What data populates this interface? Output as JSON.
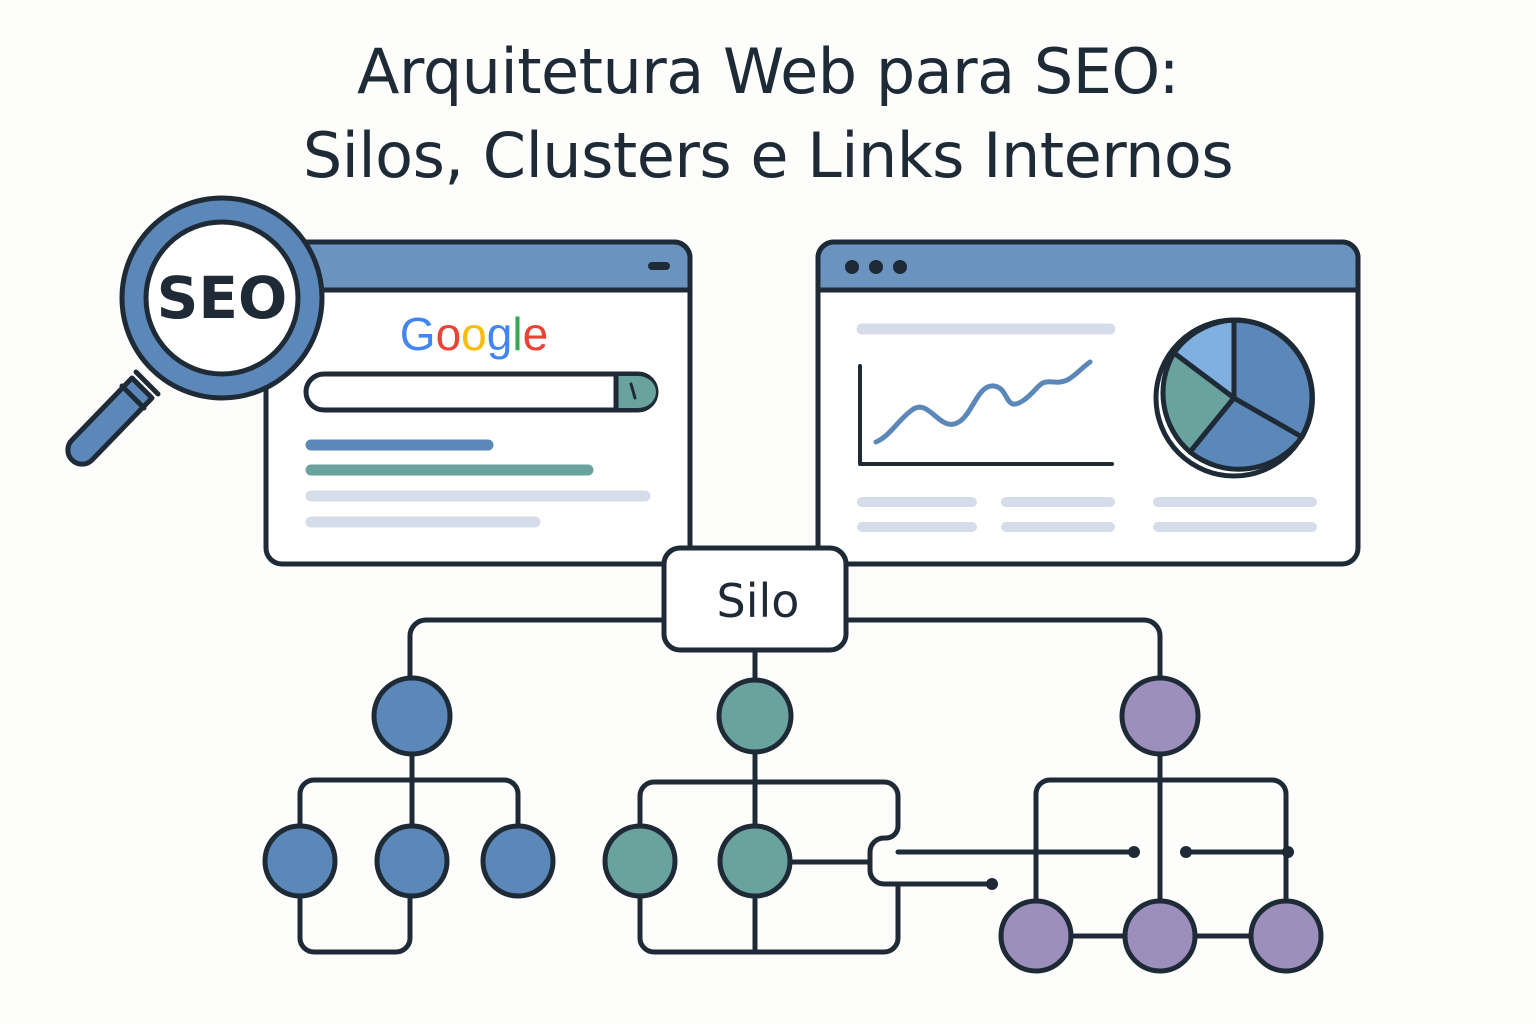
{
  "title": {
    "line1": "Arquitetura Web para SEO:",
    "line2": "Silos, Clusters e Links Internos"
  },
  "magnifier": {
    "label": "SEO",
    "icon": "magnifier-icon"
  },
  "search_window": {
    "logo_text": "Google",
    "logo_colors": [
      "#4285F4",
      "#EA4335",
      "#FBBC05",
      "#4285F4",
      "#34A853",
      "#EA4335"
    ]
  },
  "silo": {
    "label": "Silo"
  },
  "colors": {
    "stroke": "#1f2a37",
    "window_bar": "#6a93bf",
    "blue": "#5b88b8",
    "teal": "#6aa29e",
    "purple": "#9d8fbc",
    "light_line": "#d5dcea",
    "pie_light": "#7fb0df"
  }
}
